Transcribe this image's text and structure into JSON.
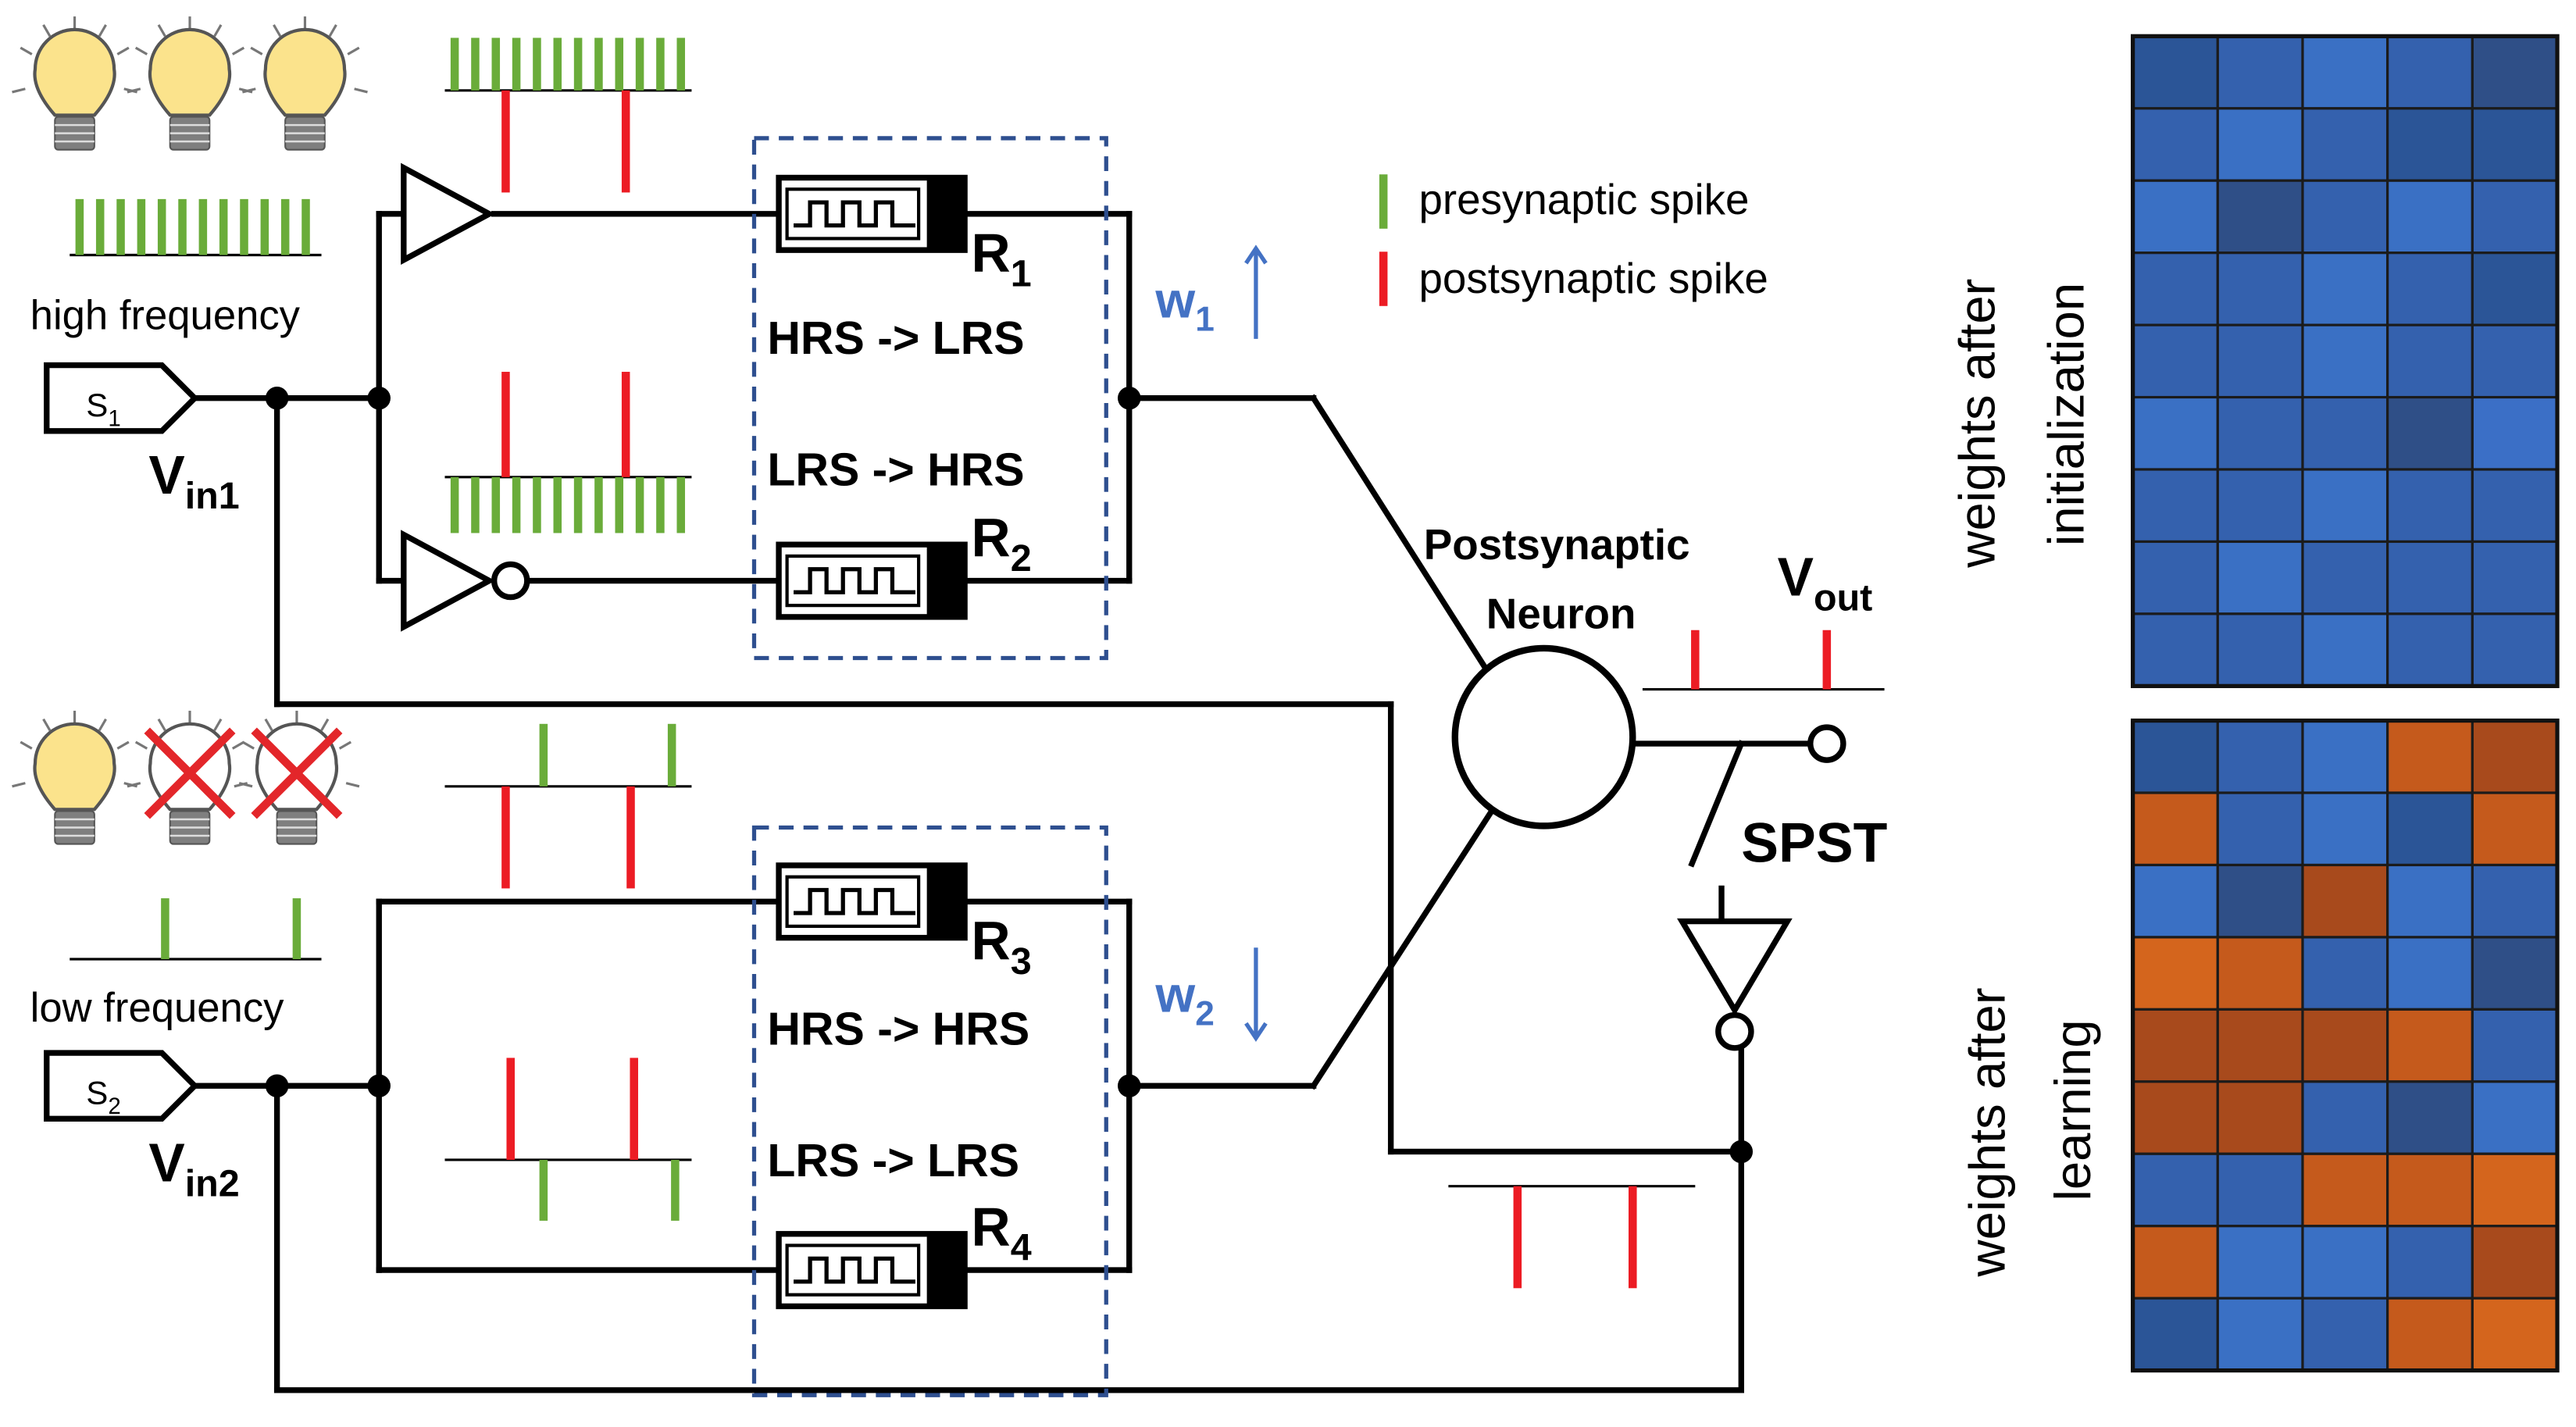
{
  "colors": {
    "wire": "#000000",
    "pre_spike": "#6aac3a",
    "post_spike": "#ec1c24",
    "box_dash": "#2e4f8f",
    "weight_label": "#4472c4",
    "bulb_on": "#fbe38c",
    "cross": "#e3262a",
    "blue_cells": [
      "#2f4f87",
      "#2b5597",
      "#3461ae",
      "#3a70c4",
      "#3b6fc6"
    ],
    "orange_cells": [
      "#c55a1c",
      "#d4651d",
      "#a84a1c"
    ]
  },
  "inputs": [
    {
      "source": "S",
      "source_sub": "1",
      "v": "V",
      "v_sub": "in1",
      "caption": "high frequency"
    },
    {
      "source": "S",
      "source_sub": "2",
      "v": "V",
      "v_sub": "in2",
      "caption": "low frequency"
    }
  ],
  "memristors": [
    {
      "name": "R",
      "sub": "1"
    },
    {
      "name": "R",
      "sub": "2"
    },
    {
      "name": "R",
      "sub": "3"
    },
    {
      "name": "R",
      "sub": "4"
    }
  ],
  "transitions": [
    "HRS -> LRS",
    "LRS -> HRS",
    "HRS -> HRS",
    "LRS -> LRS"
  ],
  "weights": [
    {
      "name": "w",
      "sub": "1",
      "arrow": "up"
    },
    {
      "name": "w",
      "sub": "2",
      "arrow": "down"
    }
  ],
  "legend": {
    "pre": "presynaptic spike",
    "post": "postsynaptic spike"
  },
  "neuron": {
    "line1": "Postsynaptic",
    "line2": "Neuron"
  },
  "output": {
    "v": "V",
    "v_sub": "out"
  },
  "switch_label": "SPST",
  "heatmap_init": {
    "label_line1": "weights after",
    "label_line2": "initialization",
    "rows": [
      [
        1,
        2,
        3,
        2,
        0
      ],
      [
        2,
        3,
        2,
        1,
        1
      ],
      [
        3,
        0,
        2,
        3,
        2
      ],
      [
        2,
        2,
        3,
        2,
        1
      ],
      [
        2,
        2,
        3,
        2,
        2
      ],
      [
        3,
        2,
        2,
        0,
        4
      ],
      [
        2,
        2,
        3,
        2,
        2
      ],
      [
        2,
        3,
        2,
        2,
        2
      ],
      [
        2,
        2,
        3,
        2,
        2
      ]
    ]
  },
  "heatmap_learn": {
    "label_line1": "weights after",
    "label_line2": "learning",
    "rows": [
      [
        "b1",
        "b2",
        "b3",
        "o0",
        "o2"
      ],
      [
        "o0",
        "b2",
        "b3",
        "b1",
        "o0"
      ],
      [
        "b3",
        "b0",
        "o2",
        "b3",
        "b2"
      ],
      [
        "o1",
        "o0",
        "b2",
        "b3",
        "b0"
      ],
      [
        "o2",
        "o2",
        "o2",
        "o0",
        "b2"
      ],
      [
        "o2",
        "o2",
        "b2",
        "b0",
        "b3"
      ],
      [
        "b2",
        "b2",
        "o0",
        "o0",
        "o1"
      ],
      [
        "o0",
        "b3",
        "b3",
        "b2",
        "o2"
      ],
      [
        "b1",
        "b3",
        "b2",
        "o0",
        "o1"
      ]
    ]
  }
}
